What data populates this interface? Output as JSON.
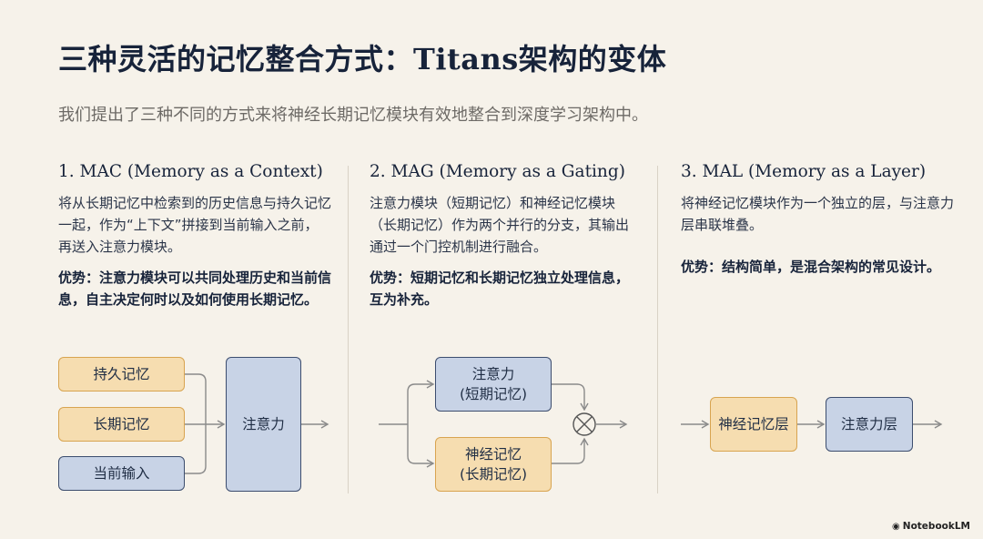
{
  "title": "三种灵活的记忆整合方式：Titans架构的变体",
  "subtitle": "我们提出了三种不同的方式来将神经长期记忆模块有效地整合到深度学习架构中。",
  "columns": [
    {
      "heading": "1. MAC (Memory as a Context)",
      "description": "将从长期记忆中检索到的历史信息与持久记忆一起，作为“上下文”拼接到当前输入之前，再送入注意力模块。",
      "advantage": "优势：注意力模块可以共同处理历史和当前信息，自主决定何时以及如何使用长期记忆。",
      "diagram": {
        "persistent_memory": "持久记忆",
        "long_term_memory": "长期记忆",
        "current_input": "当前输入",
        "attention": "注意力"
      }
    },
    {
      "heading": "2. MAG (Memory as a Gating)",
      "description": "注意力模块（短期记忆）和神经记忆模块（长期记忆）作为两个并行的分支，其输出通过一个门控机制进行融合。",
      "advantage": "优势：短期记忆和长期记忆独立处理信息，互为补充。",
      "diagram": {
        "attention_line1": "注意力",
        "attention_line2": "(短期记忆)",
        "neural_line1": "神经记忆",
        "neural_line2": "(长期记忆)"
      }
    },
    {
      "heading": "3. MAL (Memory as a Layer)",
      "description": "将神经记忆模块作为一个独立的层，与注意力层串联堆叠。",
      "advantage": "优势：结构简单，是混合架构的常见设计。",
      "diagram": {
        "neural_layer": "神经记忆层",
        "attention_layer": "注意力层"
      }
    }
  ],
  "brand": "NotebookLM",
  "colors": {
    "orange_fill": "#f6ddb0",
    "orange_border": "#d8a450",
    "blue_fill": "#c8d3e6",
    "blue_border": "#3c4d6e",
    "background": "#f6f2ea"
  },
  "icons": [
    "gate-multiply-icon",
    "notebooklm-logo-icon"
  ]
}
